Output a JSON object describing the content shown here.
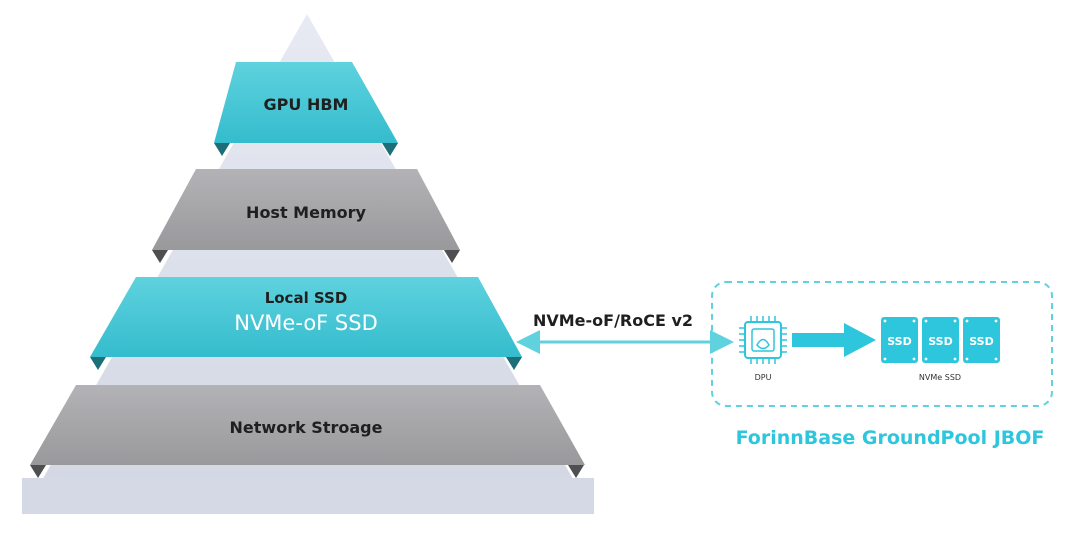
{
  "pyramid": {
    "tiers": [
      {
        "label": "GPU HBM"
      },
      {
        "label": "Host Memory"
      },
      {
        "label": "Local SSD",
        "sublabel": "NVMe-oF SSD"
      },
      {
        "label": "Network Stroage"
      }
    ]
  },
  "link": {
    "label": "NVMe-oF/RoCE v2"
  },
  "jbof": {
    "title": "ForinnBase GroundPool JBOF",
    "dpu_label": "DPU",
    "ssd_label": "SSD",
    "ssd_group_label": "NVMe SSD"
  },
  "colors": {
    "teal": "#3ec4d4",
    "teal_dark": "#1f7f8a",
    "gray": "#a3a3a6",
    "gray_dark": "#5a5a5c",
    "pale": "#d9dde8",
    "jbof_accent": "#2ec6dc"
  }
}
